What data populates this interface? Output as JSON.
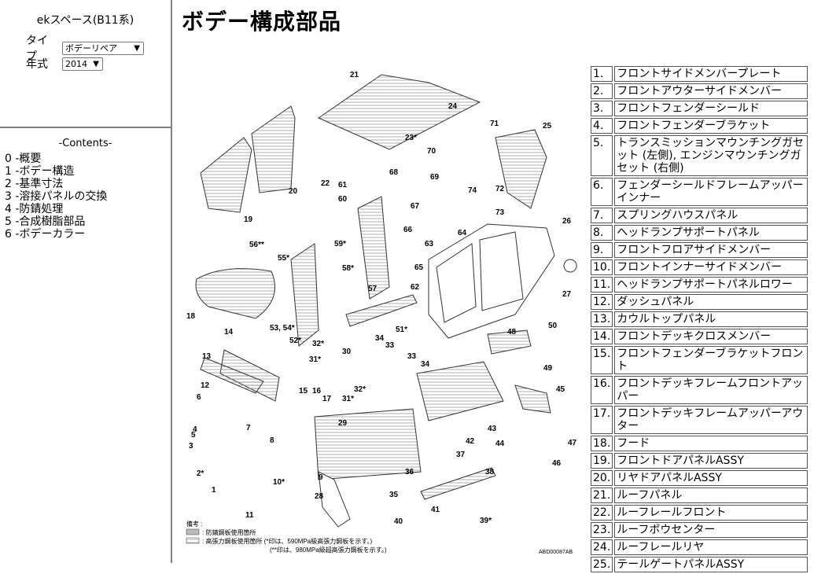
{
  "sidebar": {
    "model": "ekスペース(B11系)",
    "type_label": "タイプ",
    "type_value": "ボデーリペア",
    "year_label": "年式",
    "year_value": "2014",
    "contents_title": "-Contents-",
    "contents": [
      "0 -概要",
      "1 -ボデー構造",
      "2 -基準寸法",
      "3 -溶接パネルの交換",
      "4 -防錆処理",
      "5 -合成樹脂部品",
      "6 -ボデーカラー"
    ]
  },
  "main": {
    "title": "ボデー構成部品",
    "diagram": {
      "labels": [
        "21",
        "24",
        "23*",
        "71",
        "25",
        "22",
        "61",
        "68",
        "70",
        "69",
        "60",
        "74",
        "72",
        "67",
        "73",
        "64",
        "66",
        "20",
        "19",
        "56**",
        "55*",
        "59*",
        "58*",
        "63",
        "26",
        "57",
        "62",
        "65",
        "27",
        "18",
        "53, 54*",
        "14",
        "51*",
        "52*",
        "32*",
        "48",
        "50",
        "34",
        "33",
        "30",
        "49",
        "13",
        "31*",
        "33",
        "34",
        "12",
        "15",
        "16",
        "32*",
        "45",
        "6",
        "17",
        "31*",
        "4",
        "7",
        "29",
        "42",
        "43",
        "5",
        "3",
        "8",
        "2*",
        "37",
        "47",
        "9",
        "10*",
        "36",
        "38",
        "1",
        "35",
        "28",
        "41",
        "11",
        "40",
        "39*",
        "44",
        "46"
      ],
      "legend_title": "備考 :",
      "legend_1": ": 防錆鋼板使用箇所",
      "legend_2": ": 高張力鋼板使用箇所 (*印は、590MPa級高張力鋼板を示す。)",
      "legend_3": "(**印は、980MPa級超高張力鋼板を示す。)",
      "code": "ABD00087AB"
    },
    "parts": [
      {
        "num": "1.",
        "name": "フロントサイドメンバープレート"
      },
      {
        "num": "2.",
        "name": "フロントアウターサイドメンバー"
      },
      {
        "num": "3.",
        "name": "フロントフェンダーシールド"
      },
      {
        "num": "4.",
        "name": "フロントフェンダーブラケット"
      },
      {
        "num": "5.",
        "name": "トランスミッションマウンチングガセット (左側), エンジンマウンチングガセット (右側)"
      },
      {
        "num": "6.",
        "name": "フェンダーシールドフレームアッパーインナー"
      },
      {
        "num": "7.",
        "name": "スプリングハウスパネル"
      },
      {
        "num": "8.",
        "name": "ヘッドランプサポートパネル"
      },
      {
        "num": "9.",
        "name": "フロントフロアサイドメンバー"
      },
      {
        "num": "10.",
        "name": "フロントインナーサイドメンバー"
      },
      {
        "num": "11.",
        "name": "ヘッドランプサポートパネルロワー"
      },
      {
        "num": "12.",
        "name": "ダッシュパネル"
      },
      {
        "num": "13.",
        "name": "カウルトップパネル"
      },
      {
        "num": "14.",
        "name": "フロントデッキクロスメンバー"
      },
      {
        "num": "15.",
        "name": "フロントフェンダーブラケットフロント"
      },
      {
        "num": "16.",
        "name": "フロントデッキフレームフロントアッパー"
      },
      {
        "num": "17.",
        "name": "フロントデッキフレームアッパーアウター"
      },
      {
        "num": "18.",
        "name": "フード"
      },
      {
        "num": "19.",
        "name": "フロントドアパネルASSY"
      },
      {
        "num": "20.",
        "name": "リヤドアパネルASSY"
      },
      {
        "num": "21.",
        "name": "ルーフパネル"
      },
      {
        "num": "22.",
        "name": "ルーフレールフロント"
      },
      {
        "num": "23.",
        "name": "ルーフボウセンター"
      },
      {
        "num": "24.",
        "name": "ルーフレールリヤ"
      },
      {
        "num": "25.",
        "name": "テールゲートパネルASSY"
      }
    ]
  }
}
